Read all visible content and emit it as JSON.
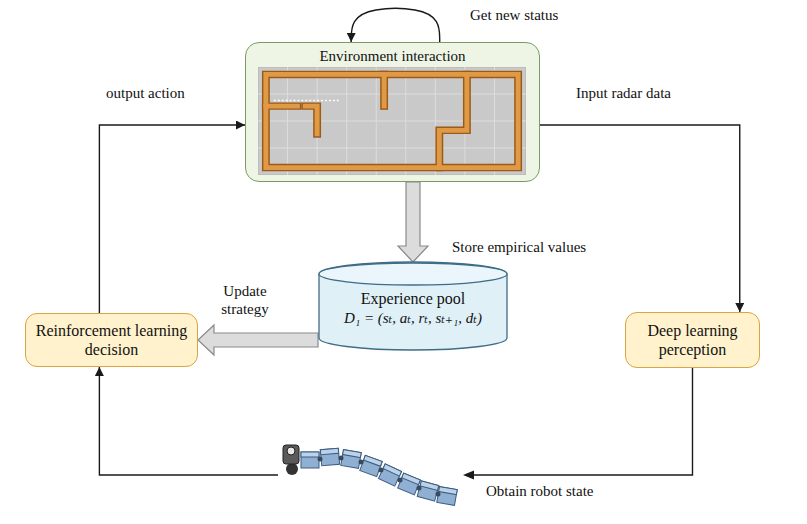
{
  "diagram": {
    "nodes": [
      {
        "text": [
          "Environment interaction"
        ]
      },
      {
        "text": [
          "Experience pool",
          "D₁ = (sₜ, aₜ, rₜ, sₜ₊₁, dₜ)"
        ]
      },
      {
        "text": [
          "Reinforcement learning decision"
        ]
      },
      {
        "text": [
          "Deep learning perception"
        ]
      }
    ],
    "edges": [
      {
        "from": 0,
        "to": 0,
        "arrow": "to",
        "label": "Get new status"
      },
      {
        "from": 0,
        "to": 1,
        "arrow": "to",
        "label": "Store empirical values"
      },
      {
        "from": 1,
        "to": 2,
        "arrow": "to",
        "label": "Update strategy"
      },
      {
        "from": 2,
        "to": 0,
        "arrow": "to",
        "label": "output action"
      },
      {
        "from": 0,
        "to": 3,
        "arrow": "to",
        "label": "Input radar data"
      },
      {
        "from": 3,
        "to": 2,
        "arrow": "to",
        "label": "Obtain robot state"
      }
    ]
  }
}
